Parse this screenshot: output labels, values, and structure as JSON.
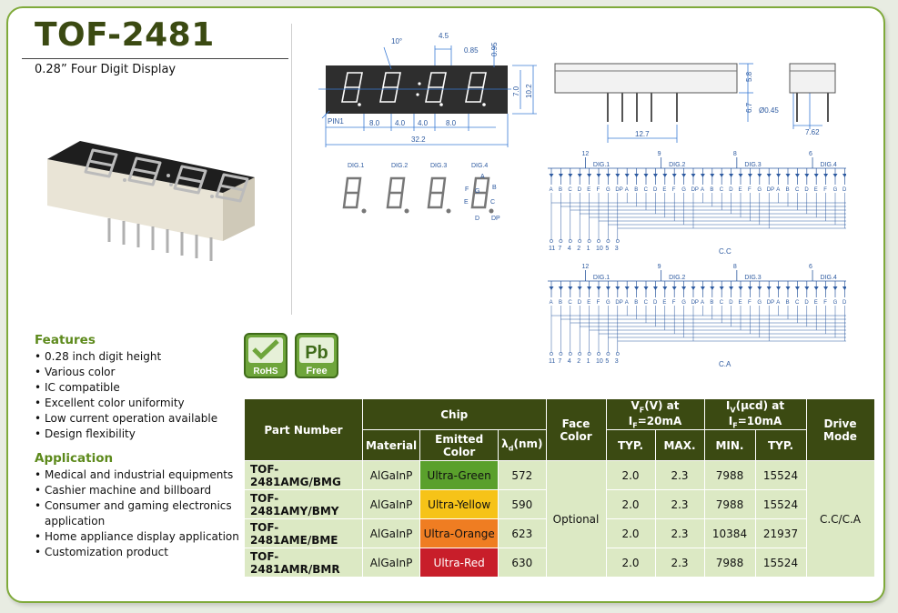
{
  "title": "TOF-2481",
  "subtitle": "0.28” Four Digit Display",
  "features": {
    "heading": "Features",
    "items": [
      "0.28 inch digit height",
      "Various color",
      "IC compatible",
      "Excellent color uniformity",
      "Low current operation available",
      "Design flexibility"
    ]
  },
  "application": {
    "heading": "Application",
    "items": [
      "Medical and industrial equipments",
      "Cashier machine and billboard",
      "Consumer and gaming electronics application",
      "Home appliance display application",
      "Customization product"
    ]
  },
  "badges": {
    "rohs": "RoHS",
    "pb": "Pb",
    "free": "Free"
  },
  "dims": {
    "angle": "10°",
    "d45": "4.5",
    "d085": "0.85",
    "d095": "0.95",
    "d70": "7.0",
    "d102": "10.2",
    "pin1": "PIN1",
    "d80a": "8.0",
    "d40a": "4.0",
    "d40b": "4.0",
    "d80b": "8.0",
    "d322": "32.2",
    "d58": "5.8",
    "d67": "6.7",
    "d127": "12.7",
    "d045": "Ø0.45",
    "d762": "7.62"
  },
  "digits": {
    "labels": [
      "DIG.1",
      "DIG.2",
      "DIG.3",
      "DIG.4"
    ],
    "segA": "A",
    "segB": "B",
    "segC": "C",
    "segD": "D",
    "segE": "E",
    "segF": "F",
    "segG": "G",
    "segDP": "DP"
  },
  "schematic": {
    "seg_letters": [
      "A",
      "B",
      "C",
      "D",
      "E",
      "F",
      "G",
      "DP"
    ],
    "dig_labels": [
      "DIG.1",
      "DIG.2",
      "DIG.3",
      "DIG.4"
    ],
    "common_pins": [
      "12",
      "9",
      "8",
      "6"
    ],
    "pins": [
      "11",
      "7",
      "4",
      "2",
      "1",
      "10",
      "5",
      "3"
    ],
    "cc_label": "C.C",
    "ca_label": "C.A"
  },
  "table": {
    "h_part": "Part Number",
    "h_chip": "Chip",
    "h_face": "Face Color",
    "h_vf": "V",
    "h_vf_sub": "F",
    "h_vf_tail": "(V) at I",
    "h_vf_sub2": "F",
    "h_vf_end": "=20mA",
    "h_iv": "I",
    "h_iv_sub": "V",
    "h_iv_tail": "(μcd) at I",
    "h_iv_sub2": "F",
    "h_iv_end": "=10mA",
    "h_drive": "Drive Mode",
    "h_material": "Material",
    "h_emitted": "Emitted Color",
    "h_lambda": "λ",
    "h_lambda_sub": "d",
    "h_lambda_tail": "(nm)",
    "h_typ": "TYP.",
    "h_max": "MAX.",
    "h_min": "MIN.",
    "h_typ2": "TYP.",
    "face": "Optional",
    "drive": "C.C/C.A",
    "rows": [
      {
        "part": "TOF-2481AMG/BMG",
        "material": "AlGaInP",
        "color": "Ultra-Green",
        "color_hex": "#5aa02c",
        "lambda": "572",
        "vtyp": "2.0",
        "vmax": "2.3",
        "imin": "7988",
        "ityp": "15524"
      },
      {
        "part": "TOF-2481AMY/BMY",
        "material": "AlGaInP",
        "color": "Ultra-Yellow",
        "color_hex": "#f6c318",
        "lambda": "590",
        "vtyp": "2.0",
        "vmax": "2.3",
        "imin": "7988",
        "ityp": "15524"
      },
      {
        "part": "TOF-2481AME/BME",
        "material": "AlGaInP",
        "color": "Ultra-Orange",
        "color_hex": "#ef7d22",
        "lambda": "623",
        "vtyp": "2.0",
        "vmax": "2.3",
        "imin": "10384",
        "ityp": "21937"
      },
      {
        "part": "TOF-2481AMR/BMR",
        "material": "AlGaInP",
        "color": "Ultra-Red",
        "color_hex": "#c81e2a",
        "lambda": "630",
        "vtyp": "2.0",
        "vmax": "2.3",
        "imin": "7988",
        "ityp": "15524"
      }
    ]
  }
}
